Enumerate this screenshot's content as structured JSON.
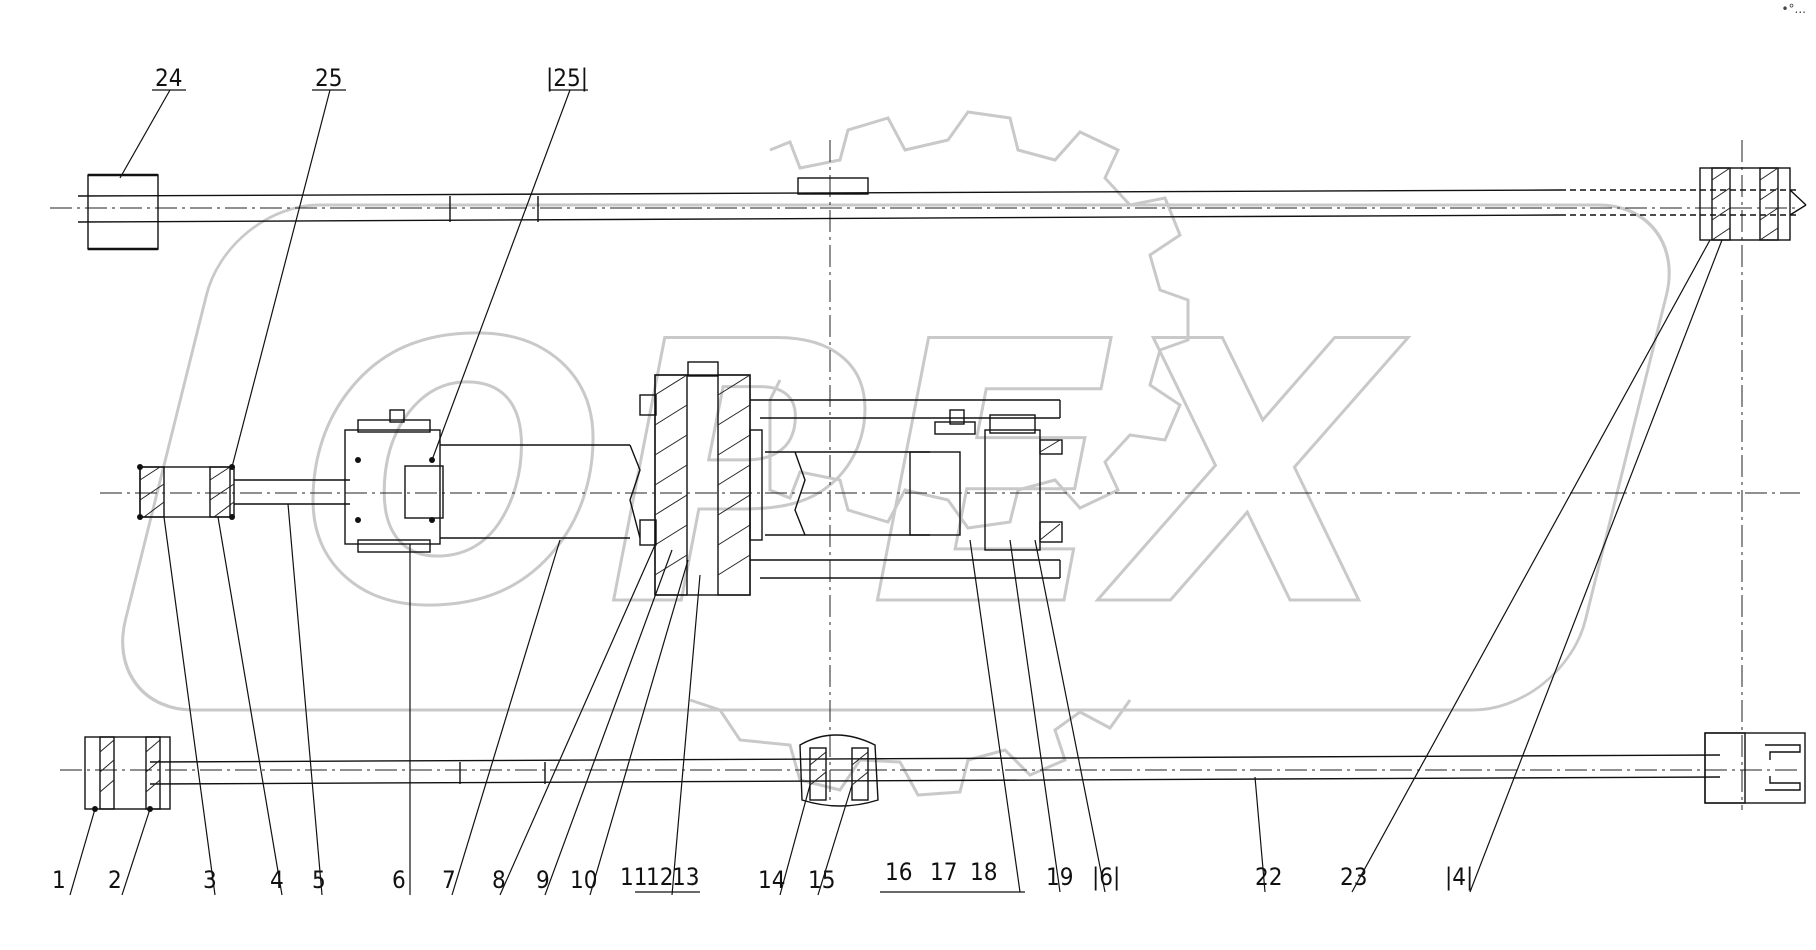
{
  "drawing": {
    "watermark_text": "OPEX",
    "corner_marks": "•°..."
  },
  "callouts": [
    {
      "id": "c1",
      "text": "1"
    },
    {
      "id": "c2",
      "text": "2"
    },
    {
      "id": "c3",
      "text": "3"
    },
    {
      "id": "c4",
      "text": "4"
    },
    {
      "id": "c5",
      "text": "5"
    },
    {
      "id": "c6",
      "text": "6"
    },
    {
      "id": "c7",
      "text": "7"
    },
    {
      "id": "c8",
      "text": "8"
    },
    {
      "id": "c9",
      "text": "9"
    },
    {
      "id": "c10",
      "text": "10"
    },
    {
      "id": "c11",
      "text": "11"
    },
    {
      "id": "c12",
      "text": "12"
    },
    {
      "id": "c13",
      "text": "13"
    },
    {
      "id": "c14",
      "text": "14"
    },
    {
      "id": "c15",
      "text": "15"
    },
    {
      "id": "c16",
      "text": "16"
    },
    {
      "id": "c17",
      "text": "17"
    },
    {
      "id": "c18",
      "text": "18"
    },
    {
      "id": "c19",
      "text": "19"
    },
    {
      "id": "c16b",
      "text": "|6|"
    },
    {
      "id": "c22",
      "text": "22"
    },
    {
      "id": "c23",
      "text": "23"
    },
    {
      "id": "c4b",
      "text": "|4|"
    },
    {
      "id": "c24",
      "text": "24"
    },
    {
      "id": "c25",
      "text": "25"
    },
    {
      "id": "c25b",
      "text": "|25|"
    }
  ]
}
